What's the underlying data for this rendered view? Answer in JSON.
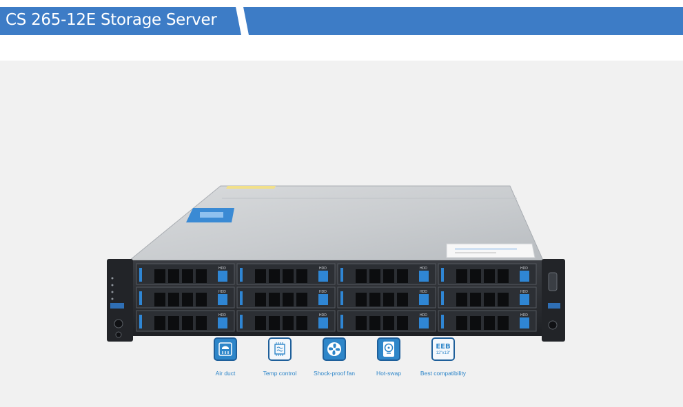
{
  "header": {
    "title": "CS 265-12E Storage Server",
    "bar_color": "#3d7cc6"
  },
  "product": {
    "image_name": "2U 12-bay storage server chassis",
    "drive_bay_label": "HDD",
    "drive_bay_count": 12
  },
  "features": [
    {
      "label": "Air duct",
      "icon": "air-duct-icon"
    },
    {
      "label": "Temp control",
      "icon": "temp-control-icon"
    },
    {
      "label": "Shock-proof fan",
      "icon": "fan-icon"
    },
    {
      "label": "Hot-swap",
      "icon": "hot-swap-icon"
    },
    {
      "label": "Best compatibility",
      "icon": "eeb-icon",
      "badge_text": "EEB",
      "badge_sub": "12\"x13\""
    }
  ]
}
